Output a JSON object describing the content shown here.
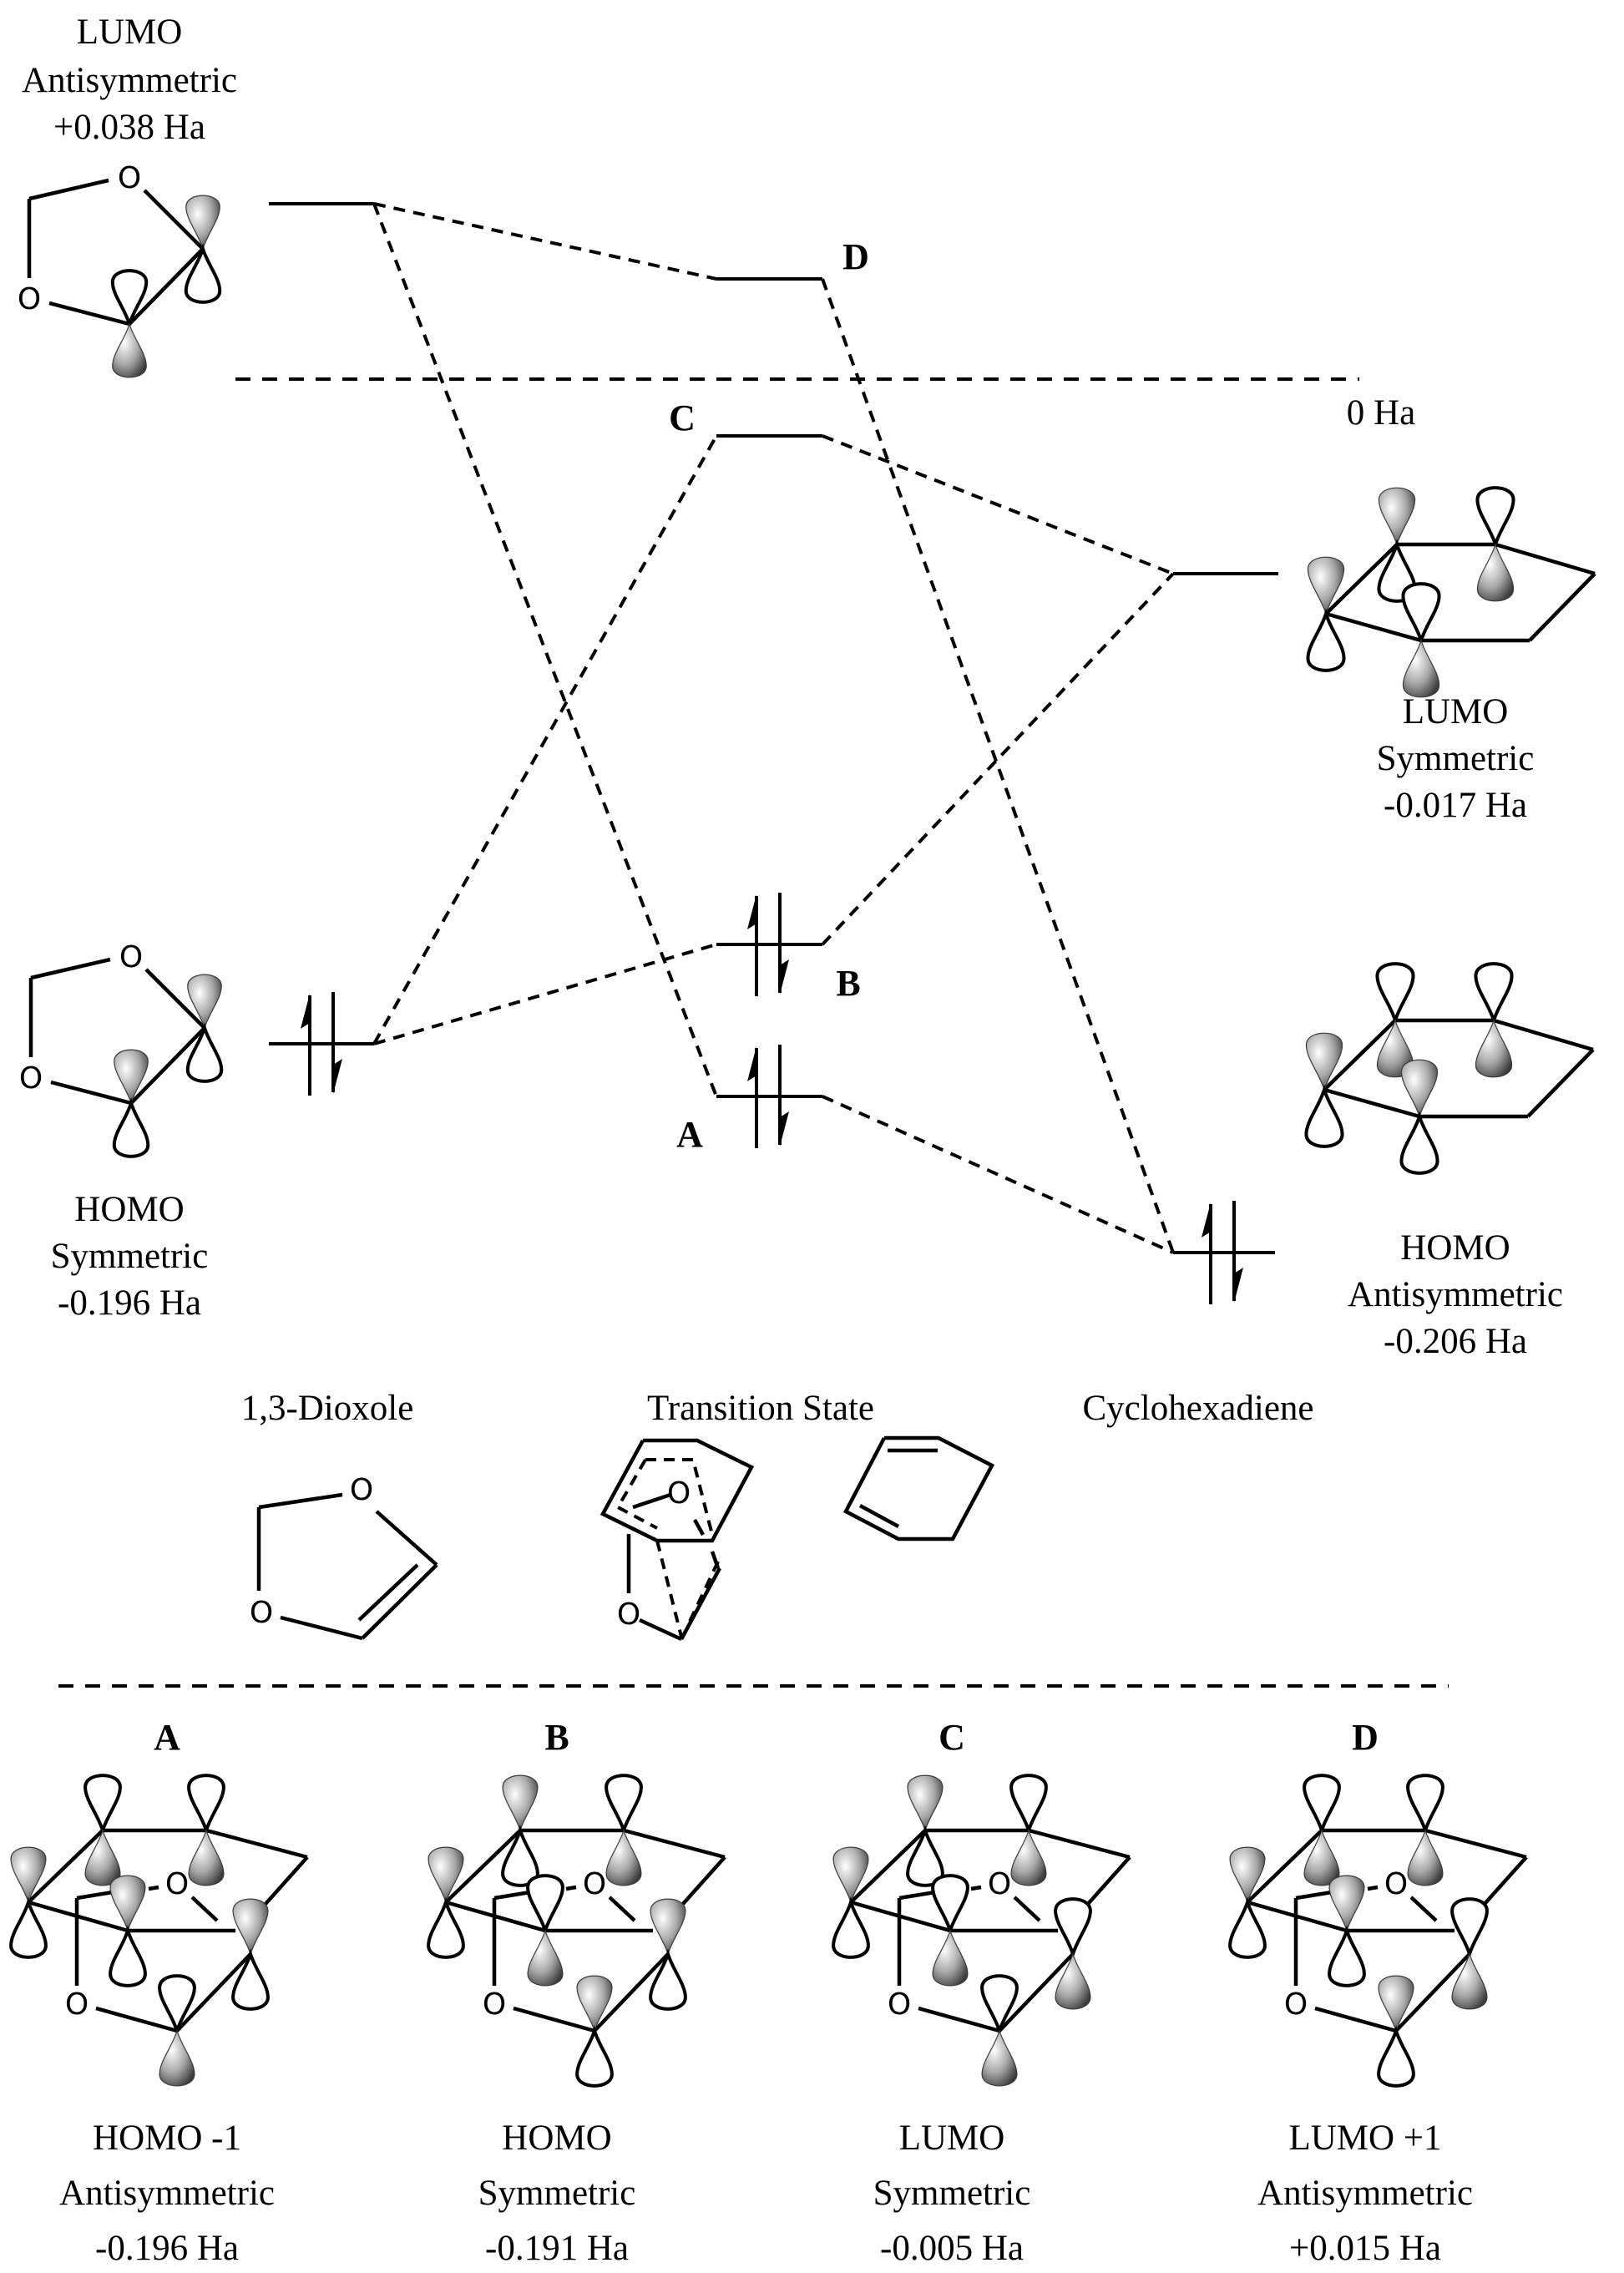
{
  "figure": {
    "zero_line_label": "0 Ha",
    "reactant_left": {
      "name": "1,3-Dioxole",
      "lumo": {
        "line1": "LUMO",
        "line2": "Antisymmetric",
        "energy": "+0.038 Ha"
      },
      "homo": {
        "line1": "HOMO",
        "line2": "Symmetric",
        "energy": "-0.196 Ha"
      }
    },
    "reactant_right": {
      "name": "Cyclohexadiene",
      "lumo": {
        "line1": "LUMO",
        "line2": "Symmetric",
        "energy": "-0.017 Ha"
      },
      "homo": {
        "line1": "HOMO",
        "line2": "Antisymmetric",
        "energy": "-0.206 Ha"
      }
    },
    "transition_state": {
      "name": "Transition State",
      "levels": [
        {
          "id": "A",
          "label": "A",
          "occupied": true
        },
        {
          "id": "B",
          "label": "B",
          "occupied": true
        },
        {
          "id": "C",
          "label": "C",
          "occupied": false
        },
        {
          "id": "D",
          "label": "D",
          "occupied": false
        }
      ]
    },
    "structure_labels": [
      "1,3-Dioxole",
      "Transition State",
      "Cyclohexadiene"
    ],
    "ts_orbitals": [
      {
        "letter": "A",
        "line1": "HOMO -1",
        "line2": "Antisymmetric",
        "energy": "-0.196 Ha"
      },
      {
        "letter": "B",
        "line1": "HOMO",
        "line2": "Symmetric",
        "energy": "-0.191 Ha"
      },
      {
        "letter": "C",
        "line1": "LUMO",
        "line2": "Symmetric",
        "energy": "-0.005 Ha"
      },
      {
        "letter": "D",
        "line1": "LUMO +1",
        "line2": "Antisymmetric",
        "energy": "+0.015 Ha"
      }
    ],
    "atom_symbol": "O",
    "colors": {
      "ink": "#000000",
      "lobe_light": "#ffffff",
      "lobe_dark": "#4a4a4a",
      "background": "#ffffff"
    }
  }
}
